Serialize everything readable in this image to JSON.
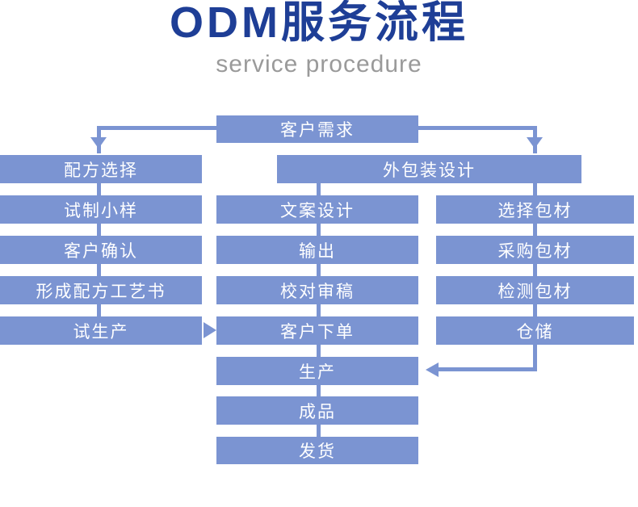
{
  "header": {
    "title": "ODM服务流程",
    "subtitle": "service procedure"
  },
  "colors": {
    "box_blue": "#7b94d2",
    "title_blue": "#1e3e96",
    "subtitle_gray": "#9a9a9a",
    "box_text": "#ffffff",
    "background": "#ffffff"
  },
  "flow": {
    "customer_needs": "客户需求",
    "packaging_design": "外包装设计",
    "left_column": [
      "配方选择",
      "试制小样",
      "客户确认",
      "形成配方工艺书",
      "试生产"
    ],
    "middle_column": [
      "文案设计",
      "输出",
      "校对审稿",
      "客户下单",
      "生产",
      "成品",
      "发货"
    ],
    "right_column": [
      "选择包材",
      "采购包材",
      "检测包材",
      "仓储"
    ]
  }
}
